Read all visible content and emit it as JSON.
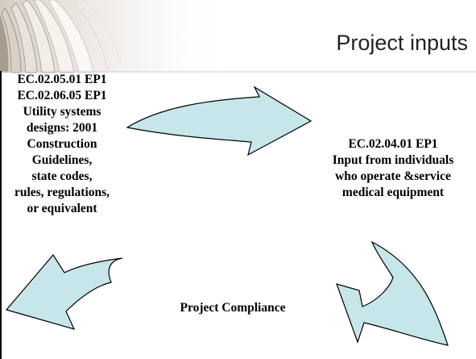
{
  "slide": {
    "title": "Project inputs",
    "left_box": {
      "lines": [
        "EC.02.05.01 EP1",
        "EC.02.06.05 EP1",
        "Utility systems",
        "designs: 2001",
        "Construction",
        "Guidelines,",
        "state codes,",
        "rules, regulations,",
        "or equivalent"
      ]
    },
    "right_box": {
      "lines": [
        "EC.02.04.01 EP1",
        "Input from individuals",
        "who operate &service",
        "medical equipment"
      ]
    },
    "bottom_label": "Project Compliance"
  },
  "colors": {
    "arrow_fill": "#c6e6ea",
    "arrow_stroke": "#000000",
    "text": "#000000",
    "title": "#222222"
  },
  "icons": {
    "header_art": "open-book-pages",
    "cycle_arrows": "curved-arrow"
  }
}
